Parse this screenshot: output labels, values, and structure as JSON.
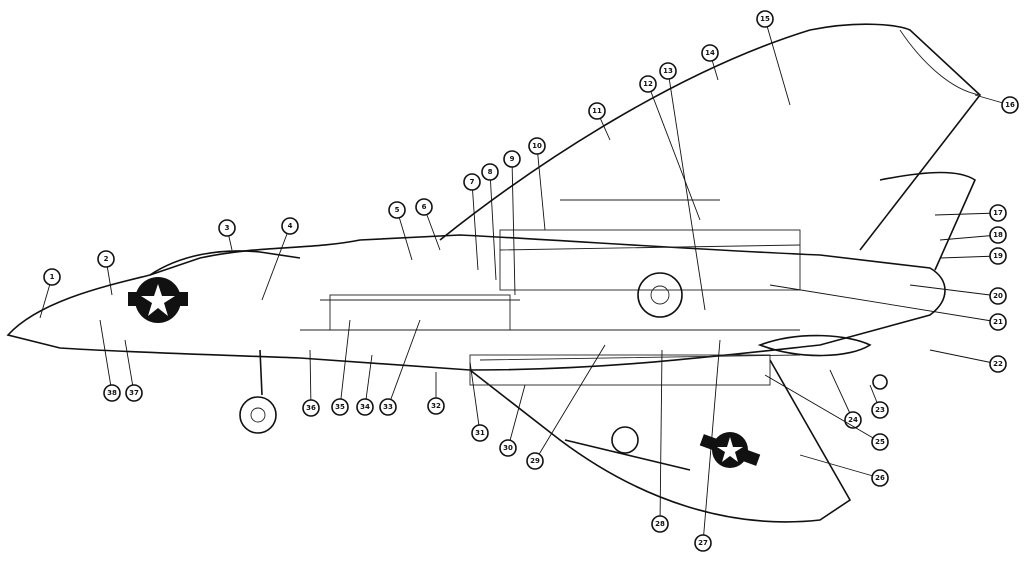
{
  "diagram": {
    "type": "aircraft-cutaway",
    "callouts": [
      "1",
      "2",
      "3",
      "4",
      "5",
      "6",
      "7",
      "8",
      "9",
      "10",
      "11",
      "12",
      "13",
      "14",
      "15",
      "16",
      "17",
      "18",
      "19",
      "20",
      "21",
      "22",
      "23",
      "24",
      "25",
      "26",
      "27",
      "28",
      "29",
      "30",
      "31",
      "32",
      "33",
      "34",
      "35",
      "36",
      "37",
      "38"
    ]
  }
}
